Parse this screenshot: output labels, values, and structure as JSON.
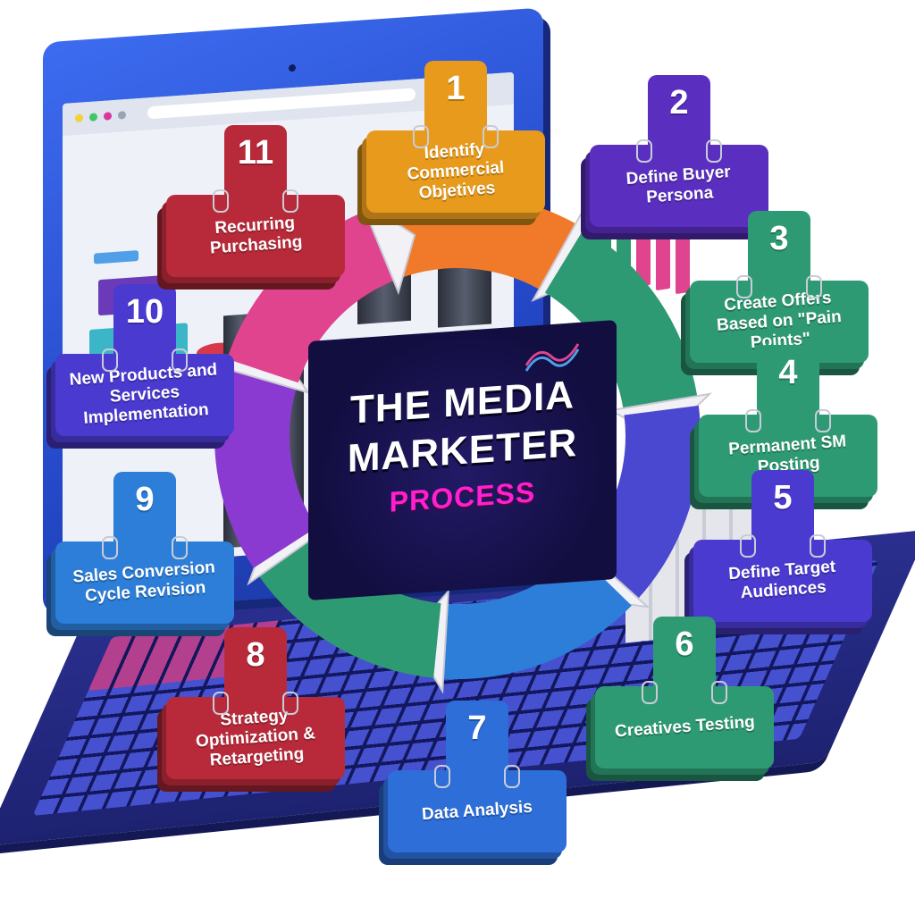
{
  "diagram": {
    "title_line1": "THE MEDIA",
    "title_line2": "MARKETER",
    "subtitle": "PROCESS",
    "steps": [
      {
        "number": "1",
        "label": "Identify Commercial Objetives",
        "color": "#e89a1c"
      },
      {
        "number": "2",
        "label": "Define Buyer Persona",
        "color": "#5a2fc0"
      },
      {
        "number": "3",
        "label": "Create Offers Based on \"Pain Points\"",
        "color": "#2e9a74"
      },
      {
        "number": "4",
        "label": "Permanent SM Posting",
        "color": "#2e9a74"
      },
      {
        "number": "5",
        "label": "Define Target Audiences",
        "color": "#4a3ad0"
      },
      {
        "number": "6",
        "label": "Creatives Testing",
        "color": "#2e9a74"
      },
      {
        "number": "7",
        "label": "Data Analysis",
        "color": "#2d6ed8"
      },
      {
        "number": "8",
        "label": "Strategy Optimization & Retargeting",
        "color": "#b82a3a"
      },
      {
        "number": "9",
        "label": "Sales Conversion Cycle Revision",
        "color": "#2d7ed8"
      },
      {
        "number": "10",
        "label": "New Products and Services Implementation",
        "color": "#4a3ad0"
      },
      {
        "number": "11",
        "label": "Recurring Purchasing",
        "color": "#b82a3a"
      }
    ],
    "cycle_colors": [
      "#f07a2a",
      "#2e9a74",
      "#4a48d0",
      "#2d7ed8",
      "#2e9a74",
      "#8a3ad0",
      "#e0448f"
    ],
    "accent_colors": {
      "title": "#ffffff",
      "subtitle": "#ff1fd0",
      "screen_frame": "#2d52d8"
    }
  }
}
